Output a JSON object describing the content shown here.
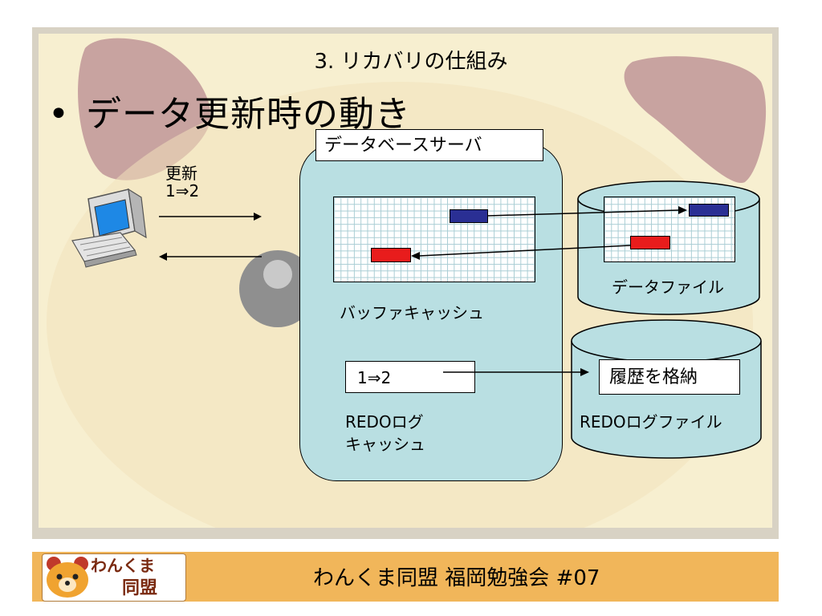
{
  "slide_title": "3. リカバリの仕組み",
  "bullet": {
    "marker": "•",
    "text": "データ更新時の動き"
  },
  "client": {
    "update_label_line1": "更新",
    "update_label_line2": "1⇒2"
  },
  "server": {
    "label": "データベースサーバ",
    "buffer_cache_label": "バッファキャッシュ",
    "redo_cache_value": "1⇒2",
    "redo_cache_label_line1": "REDOログ",
    "redo_cache_label_line2": "キャッシュ"
  },
  "data_file": {
    "label": "データファイル"
  },
  "redo_file": {
    "store_label": "履歴を格納",
    "label": "REDOログファイル"
  },
  "footer": {
    "logo_line1": "わんくま",
    "logo_line2": "同盟",
    "text": "わんくま同盟 福岡勉強会 #07"
  },
  "colors": {
    "block_blue": "#2a2f94",
    "block_red": "#e81c1c",
    "server_fill": "#b9dfe2",
    "footer_band": "#f1b65a"
  }
}
